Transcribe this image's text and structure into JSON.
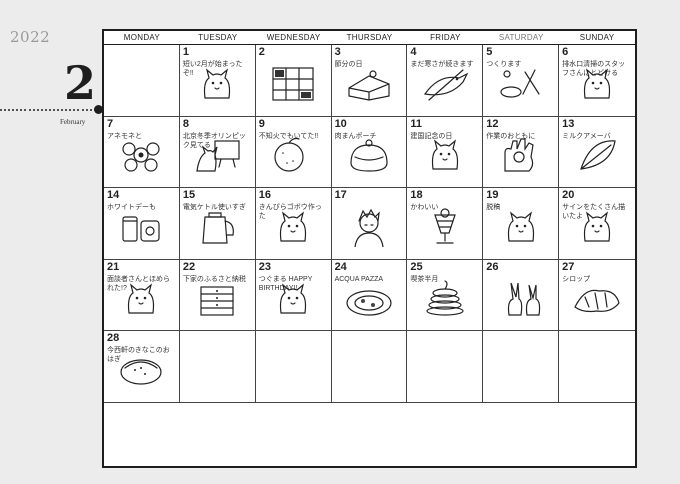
{
  "year": "2022",
  "month_number": "2",
  "month_name": "February",
  "weekdays": [
    "MONDAY",
    "TUESDAY",
    "WEDNESDAY",
    "THURSDAY",
    "FRIDAY",
    "SATURDAY",
    "SUNDAY"
  ],
  "days": [
    {
      "num": "",
      "note": ""
    },
    {
      "num": "1",
      "note": "短い2月が始まったぞ!!"
    },
    {
      "num": "2",
      "note": ""
    },
    {
      "num": "3",
      "note": "節分の日"
    },
    {
      "num": "4",
      "note": "まだ寒さが続きます"
    },
    {
      "num": "5",
      "note": "つくります"
    },
    {
      "num": "6",
      "note": "排水口清掃のスタッフさんにとどける"
    },
    {
      "num": "7",
      "note": "アネモネと"
    },
    {
      "num": "8",
      "note": "北京冬季オリンピック見てる"
    },
    {
      "num": "9",
      "note": "不知火でもいてた!!"
    },
    {
      "num": "10",
      "note": "肉まんポーチ"
    },
    {
      "num": "11",
      "note": "建国記念の日"
    },
    {
      "num": "12",
      "note": "作業のおともに"
    },
    {
      "num": "13",
      "note": "ミルクアメーバ"
    },
    {
      "num": "14",
      "note": "ホワイトデーも"
    },
    {
      "num": "15",
      "note": "電気ケトル使いすぎ"
    },
    {
      "num": "16",
      "note": "きんぴらゴボウ作った"
    },
    {
      "num": "17",
      "note": ""
    },
    {
      "num": "18",
      "note": "かわいい"
    },
    {
      "num": "19",
      "note": "脱稿"
    },
    {
      "num": "20",
      "note": "サインをたくさん描いたよ"
    },
    {
      "num": "21",
      "note": "面談者さんとほめられた!?"
    },
    {
      "num": "22",
      "note": "下家のふるさと納税"
    },
    {
      "num": "23",
      "note": "つぐまる HAPPY BIRTHDAY!!"
    },
    {
      "num": "24",
      "note": "ACQUA PAZZA"
    },
    {
      "num": "25",
      "note": "喫茶半月"
    },
    {
      "num": "26",
      "note": ""
    },
    {
      "num": "27",
      "note": "シロップ"
    },
    {
      "num": "28",
      "note": "今西軒のきなこのおはぎ"
    },
    {
      "num": "",
      "note": ""
    },
    {
      "num": "",
      "note": ""
    },
    {
      "num": "",
      "note": ""
    },
    {
      "num": "",
      "note": ""
    },
    {
      "num": "",
      "note": ""
    },
    {
      "num": "",
      "note": ""
    }
  ]
}
